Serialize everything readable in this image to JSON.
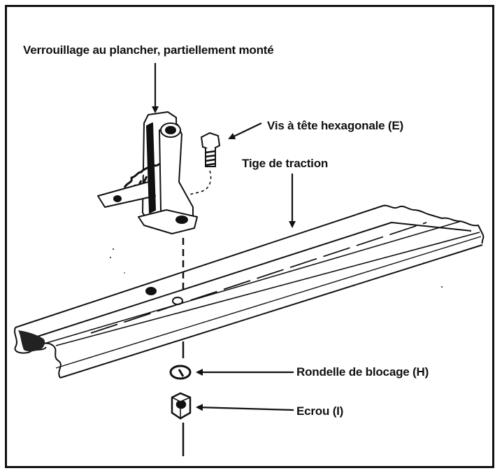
{
  "labels": {
    "floor_lock": "Verrouillage au plancher, partiellement monté",
    "hex_screw": "Vis à tête hexagonale (E)",
    "pull_rod": "Tige de traction",
    "lock_washer": "Rondelle de blocage (H)",
    "nut": "Ecrou (I)"
  }
}
